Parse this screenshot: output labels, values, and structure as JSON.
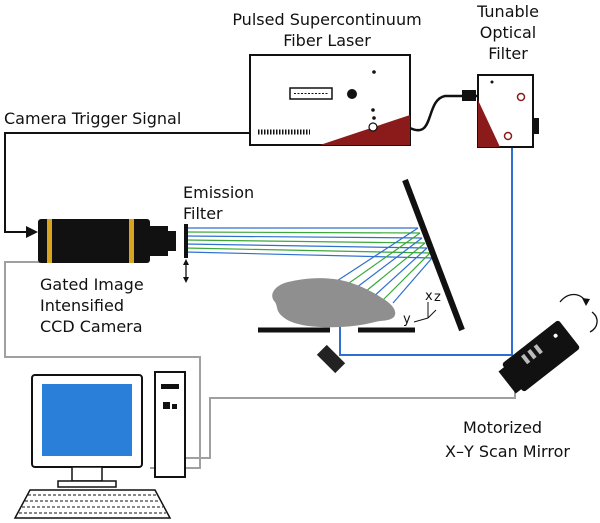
{
  "labels": {
    "laser_line1": "Pulsed Supercontinuum",
    "laser_line2": "Fiber Laser",
    "filter_line1": "Tunable",
    "filter_line2": "Optical",
    "filter_line3": "Filter",
    "trigger": "Camera Trigger Signal",
    "emission_line1": "Emission",
    "emission_line2": "Filter",
    "camera_line1": "Gated Image",
    "camera_line2": "Intensified",
    "camera_line3": "CCD Camera",
    "mirror_line1": "Motorized",
    "mirror_line2": "X–Y Scan Mirror",
    "axis_x": "x",
    "axis_y": "y",
    "axis_z": "z"
  },
  "colors": {
    "laser_accent": "#8b1a1a",
    "beam_blue": "#2f6fd0",
    "beam_green": "#3aa83a",
    "camera_band": "#d9a520",
    "cable_gray": "#a0a0a0",
    "screen_blue": "#2a7fd8"
  }
}
